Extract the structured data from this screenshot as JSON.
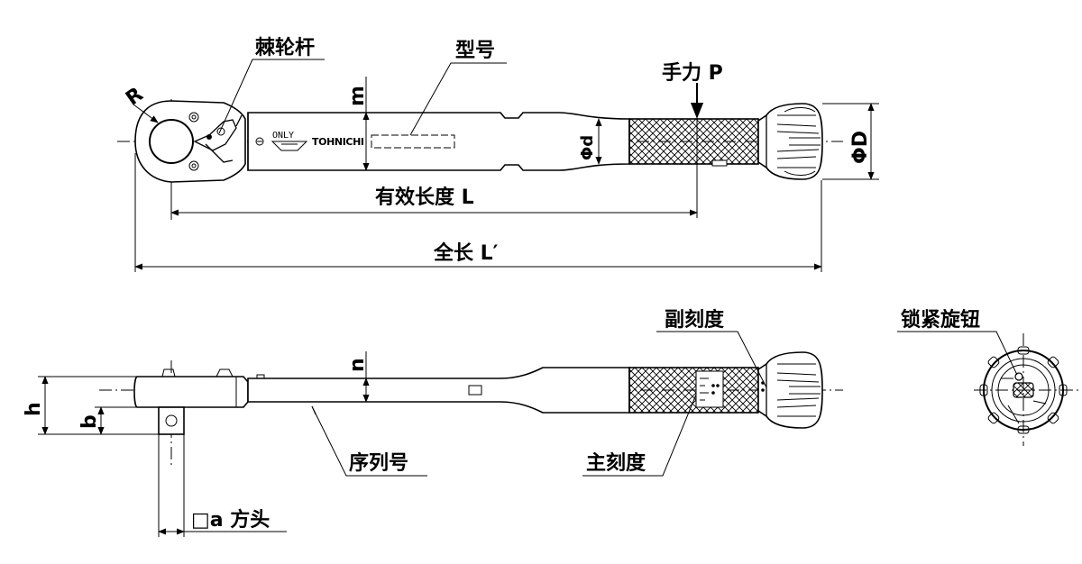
{
  "labels": {
    "ratchet_lever": "棘轮杆",
    "model": "型号",
    "hand_force": "手力 P",
    "effective_length": "有效长度 L",
    "overall_length": "全长 L′",
    "radius": "R",
    "m": "m",
    "small_diameter": "Φd",
    "large_diameter": "ΦD",
    "sub_scale": "副刻度",
    "lock_knob": "锁紧旋钮",
    "n": "n",
    "h": "h",
    "b": "b",
    "serial_number": "序列号",
    "main_scale": "主刻度",
    "square_drive": "□a 方头"
  },
  "markings": {
    "only": "ONLY",
    "brand": "TOHNICHI"
  }
}
